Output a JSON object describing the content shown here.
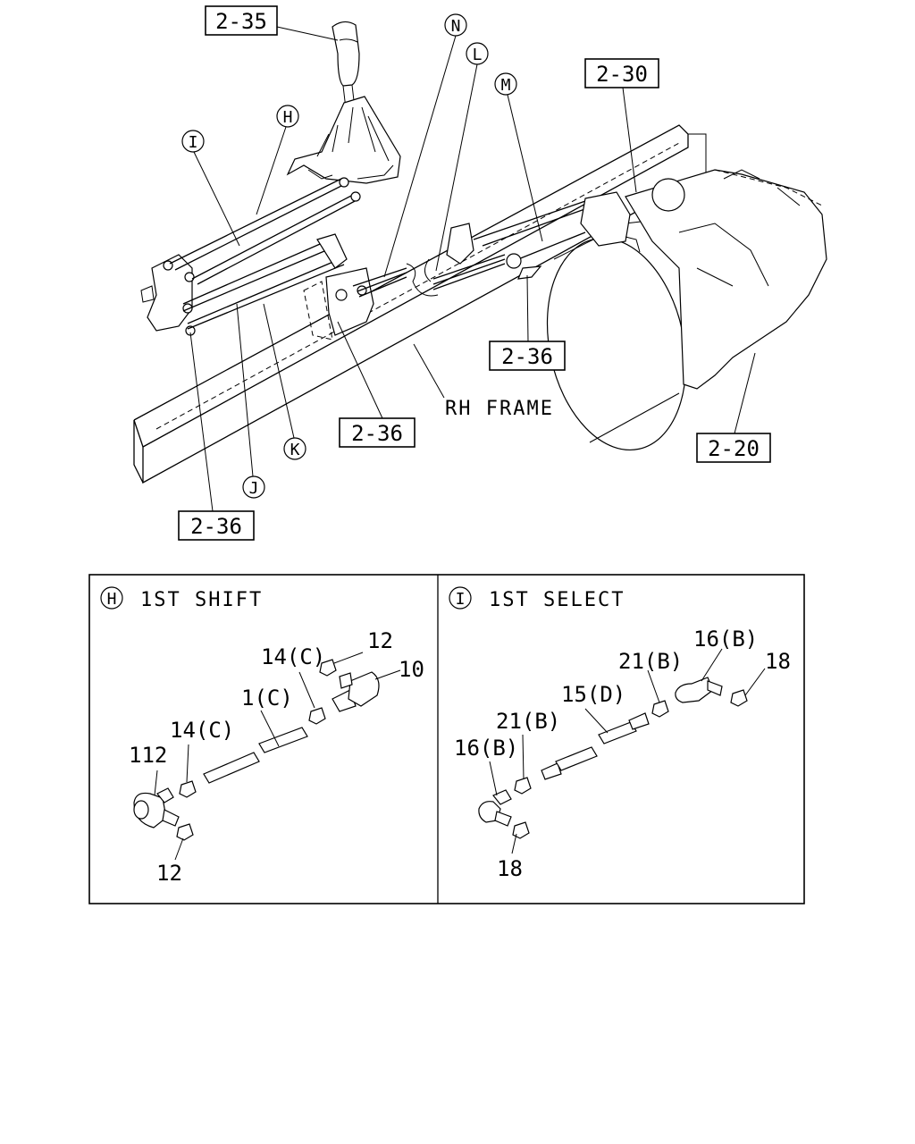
{
  "diagram": {
    "ref_labels": {
      "ref_2_35": "2-35",
      "ref_2_30": "2-30",
      "ref_2_36_center": "2-36",
      "ref_2_36_mid": "2-36",
      "ref_2_36_left": "2-36",
      "ref_2_20": "2-20"
    },
    "letters": {
      "N": "N",
      "L": "L",
      "M": "M",
      "H": "H",
      "I": "I",
      "J": "J",
      "K": "K"
    },
    "frame_label": "RH FRAME"
  },
  "panels": {
    "shift": {
      "badge": "H",
      "title": "1ST SHIFT",
      "labels": {
        "p12_top": "12",
        "p10": "10",
        "p14c_top": "14(C)",
        "p1c": "1(C)",
        "p14c_left": "14(C)",
        "p112": "112",
        "p12_bottom": "12"
      }
    },
    "select": {
      "badge": "I",
      "title": "1ST SELECT",
      "labels": {
        "p16b_top": "16(B)",
        "p18_top": "18",
        "p21b_top": "21(B)",
        "p15d": "15(D)",
        "p21b_left": "21(B)",
        "p16b_left": "16(B)",
        "p18_bottom": "18"
      }
    }
  }
}
